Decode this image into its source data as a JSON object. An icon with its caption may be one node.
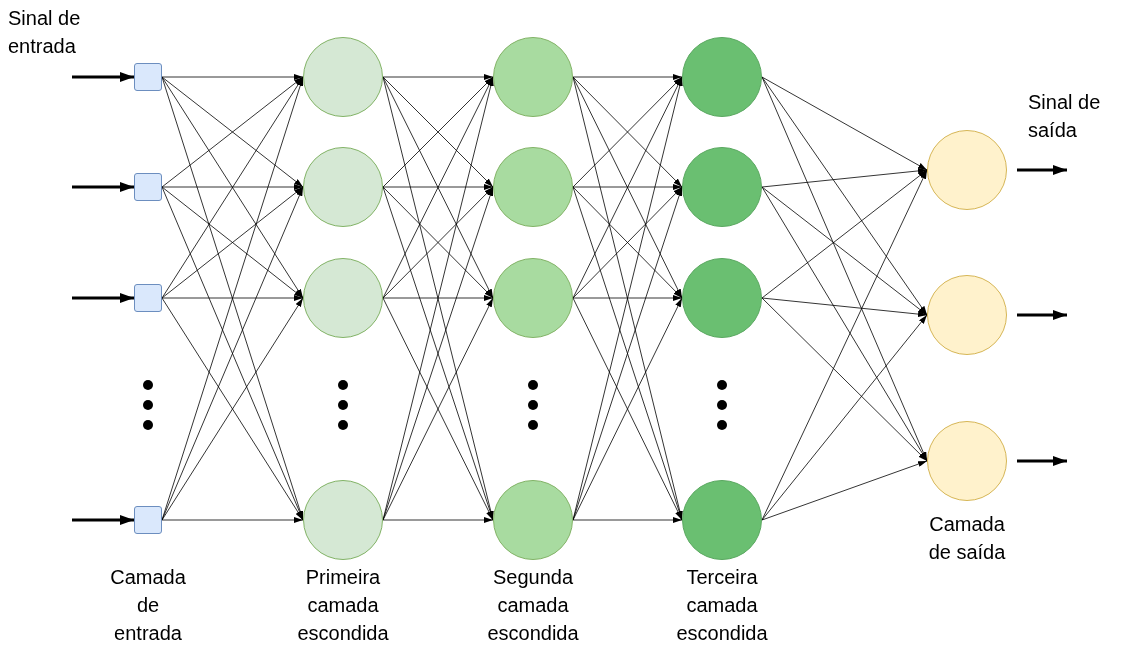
{
  "diagram": {
    "nodes": [
      {
        "text": [],
        "shape": "box"
      },
      {
        "text": [],
        "shape": "box"
      },
      {
        "text": [],
        "shape": "box"
      },
      {
        "text": [],
        "shape": "box"
      },
      {
        "text": [],
        "shape": "circle"
      },
      {
        "text": [],
        "shape": "circle"
      },
      {
        "text": [],
        "shape": "circle"
      },
      {
        "text": [],
        "shape": "circle"
      },
      {
        "text": [],
        "shape": "circle"
      },
      {
        "text": [],
        "shape": "circle"
      },
      {
        "text": [],
        "shape": "circle"
      },
      {
        "text": [],
        "shape": "circle"
      },
      {
        "text": [],
        "shape": "circle"
      },
      {
        "text": [],
        "shape": "circle"
      },
      {
        "text": [],
        "shape": "circle"
      },
      {
        "text": [],
        "shape": "circle"
      },
      {
        "text": [],
        "shape": "circle"
      },
      {
        "text": [],
        "shape": "circle"
      },
      {
        "text": [],
        "shape": "circle"
      }
    ],
    "edges": [
      {
        "from": null,
        "to": 0,
        "arrow": "to",
        "style": "thick"
      },
      {
        "from": null,
        "to": 1,
        "arrow": "to",
        "style": "thick"
      },
      {
        "from": null,
        "to": 2,
        "arrow": "to",
        "style": "thick"
      },
      {
        "from": null,
        "to": 3,
        "arrow": "to",
        "style": "thick"
      },
      {
        "from": 0,
        "to": 4,
        "arrow": "to"
      },
      {
        "from": 0,
        "to": 5,
        "arrow": "to"
      },
      {
        "from": 0,
        "to": 6,
        "arrow": "to"
      },
      {
        "from": 0,
        "to": 7,
        "arrow": "to"
      },
      {
        "from": 1,
        "to": 4,
        "arrow": "to"
      },
      {
        "from": 1,
        "to": 5,
        "arrow": "to"
      },
      {
        "from": 1,
        "to": 6,
        "arrow": "to"
      },
      {
        "from": 1,
        "to": 7,
        "arrow": "to"
      },
      {
        "from": 2,
        "to": 4,
        "arrow": "to"
      },
      {
        "from": 2,
        "to": 5,
        "arrow": "to"
      },
      {
        "from": 2,
        "to": 6,
        "arrow": "to"
      },
      {
        "from": 2,
        "to": 7,
        "arrow": "to"
      },
      {
        "from": 3,
        "to": 4,
        "arrow": "to"
      },
      {
        "from": 3,
        "to": 5,
        "arrow": "to"
      },
      {
        "from": 3,
        "to": 6,
        "arrow": "to"
      },
      {
        "from": 3,
        "to": 7,
        "arrow": "to"
      },
      {
        "from": 4,
        "to": 8,
        "arrow": "to"
      },
      {
        "from": 4,
        "to": 9,
        "arrow": "to"
      },
      {
        "from": 4,
        "to": 10,
        "arrow": "to"
      },
      {
        "from": 4,
        "to": 11,
        "arrow": "to"
      },
      {
        "from": 5,
        "to": 8,
        "arrow": "to"
      },
      {
        "from": 5,
        "to": 9,
        "arrow": "to"
      },
      {
        "from": 5,
        "to": 10,
        "arrow": "to"
      },
      {
        "from": 5,
        "to": 11,
        "arrow": "to"
      },
      {
        "from": 6,
        "to": 8,
        "arrow": "to"
      },
      {
        "from": 6,
        "to": 9,
        "arrow": "to"
      },
      {
        "from": 6,
        "to": 10,
        "arrow": "to"
      },
      {
        "from": 6,
        "to": 11,
        "arrow": "to"
      },
      {
        "from": 7,
        "to": 8,
        "arrow": "to"
      },
      {
        "from": 7,
        "to": 9,
        "arrow": "to"
      },
      {
        "from": 7,
        "to": 10,
        "arrow": "to"
      },
      {
        "from": 7,
        "to": 11,
        "arrow": "to"
      },
      {
        "from": 8,
        "to": 12,
        "arrow": "to"
      },
      {
        "from": 8,
        "to": 13,
        "arrow": "to"
      },
      {
        "from": 8,
        "to": 14,
        "arrow": "to"
      },
      {
        "from": 8,
        "to": 15,
        "arrow": "to"
      },
      {
        "from": 9,
        "to": 12,
        "arrow": "to"
      },
      {
        "from": 9,
        "to": 13,
        "arrow": "to"
      },
      {
        "from": 9,
        "to": 14,
        "arrow": "to"
      },
      {
        "from": 9,
        "to": 15,
        "arrow": "to"
      },
      {
        "from": 10,
        "to": 12,
        "arrow": "to"
      },
      {
        "from": 10,
        "to": 13,
        "arrow": "to"
      },
      {
        "from": 10,
        "to": 14,
        "arrow": "to"
      },
      {
        "from": 10,
        "to": 15,
        "arrow": "to"
      },
      {
        "from": 11,
        "to": 12,
        "arrow": "to"
      },
      {
        "from": 11,
        "to": 13,
        "arrow": "to"
      },
      {
        "from": 11,
        "to": 14,
        "arrow": "to"
      },
      {
        "from": 11,
        "to": 15,
        "arrow": "to"
      },
      {
        "from": 12,
        "to": 16,
        "arrow": "to"
      },
      {
        "from": 12,
        "to": 17,
        "arrow": "to"
      },
      {
        "from": 12,
        "to": 18,
        "arrow": "to"
      },
      {
        "from": 13,
        "to": 16,
        "arrow": "to"
      },
      {
        "from": 13,
        "to": 17,
        "arrow": "to"
      },
      {
        "from": 13,
        "to": 18,
        "arrow": "to"
      },
      {
        "from": 14,
        "to": 16,
        "arrow": "to"
      },
      {
        "from": 14,
        "to": 17,
        "arrow": "to"
      },
      {
        "from": 14,
        "to": 18,
        "arrow": "to"
      },
      {
        "from": 15,
        "to": 16,
        "arrow": "to"
      },
      {
        "from": 15,
        "to": 17,
        "arrow": "to"
      },
      {
        "from": 15,
        "to": 18,
        "arrow": "to"
      },
      {
        "from": 16,
        "to": null,
        "arrow": "to",
        "style": "thick"
      },
      {
        "from": 17,
        "to": null,
        "arrow": "to",
        "style": "thick"
      },
      {
        "from": 18,
        "to": null,
        "arrow": "to",
        "style": "thick"
      }
    ],
    "labels": [
      "Sinal de entrada",
      "Sinal de saída",
      "Camada de saída",
      "Camada de entrada",
      "Primeira camada escondida",
      "Segunda camada escondida",
      "Terceira camada escondida"
    ]
  }
}
